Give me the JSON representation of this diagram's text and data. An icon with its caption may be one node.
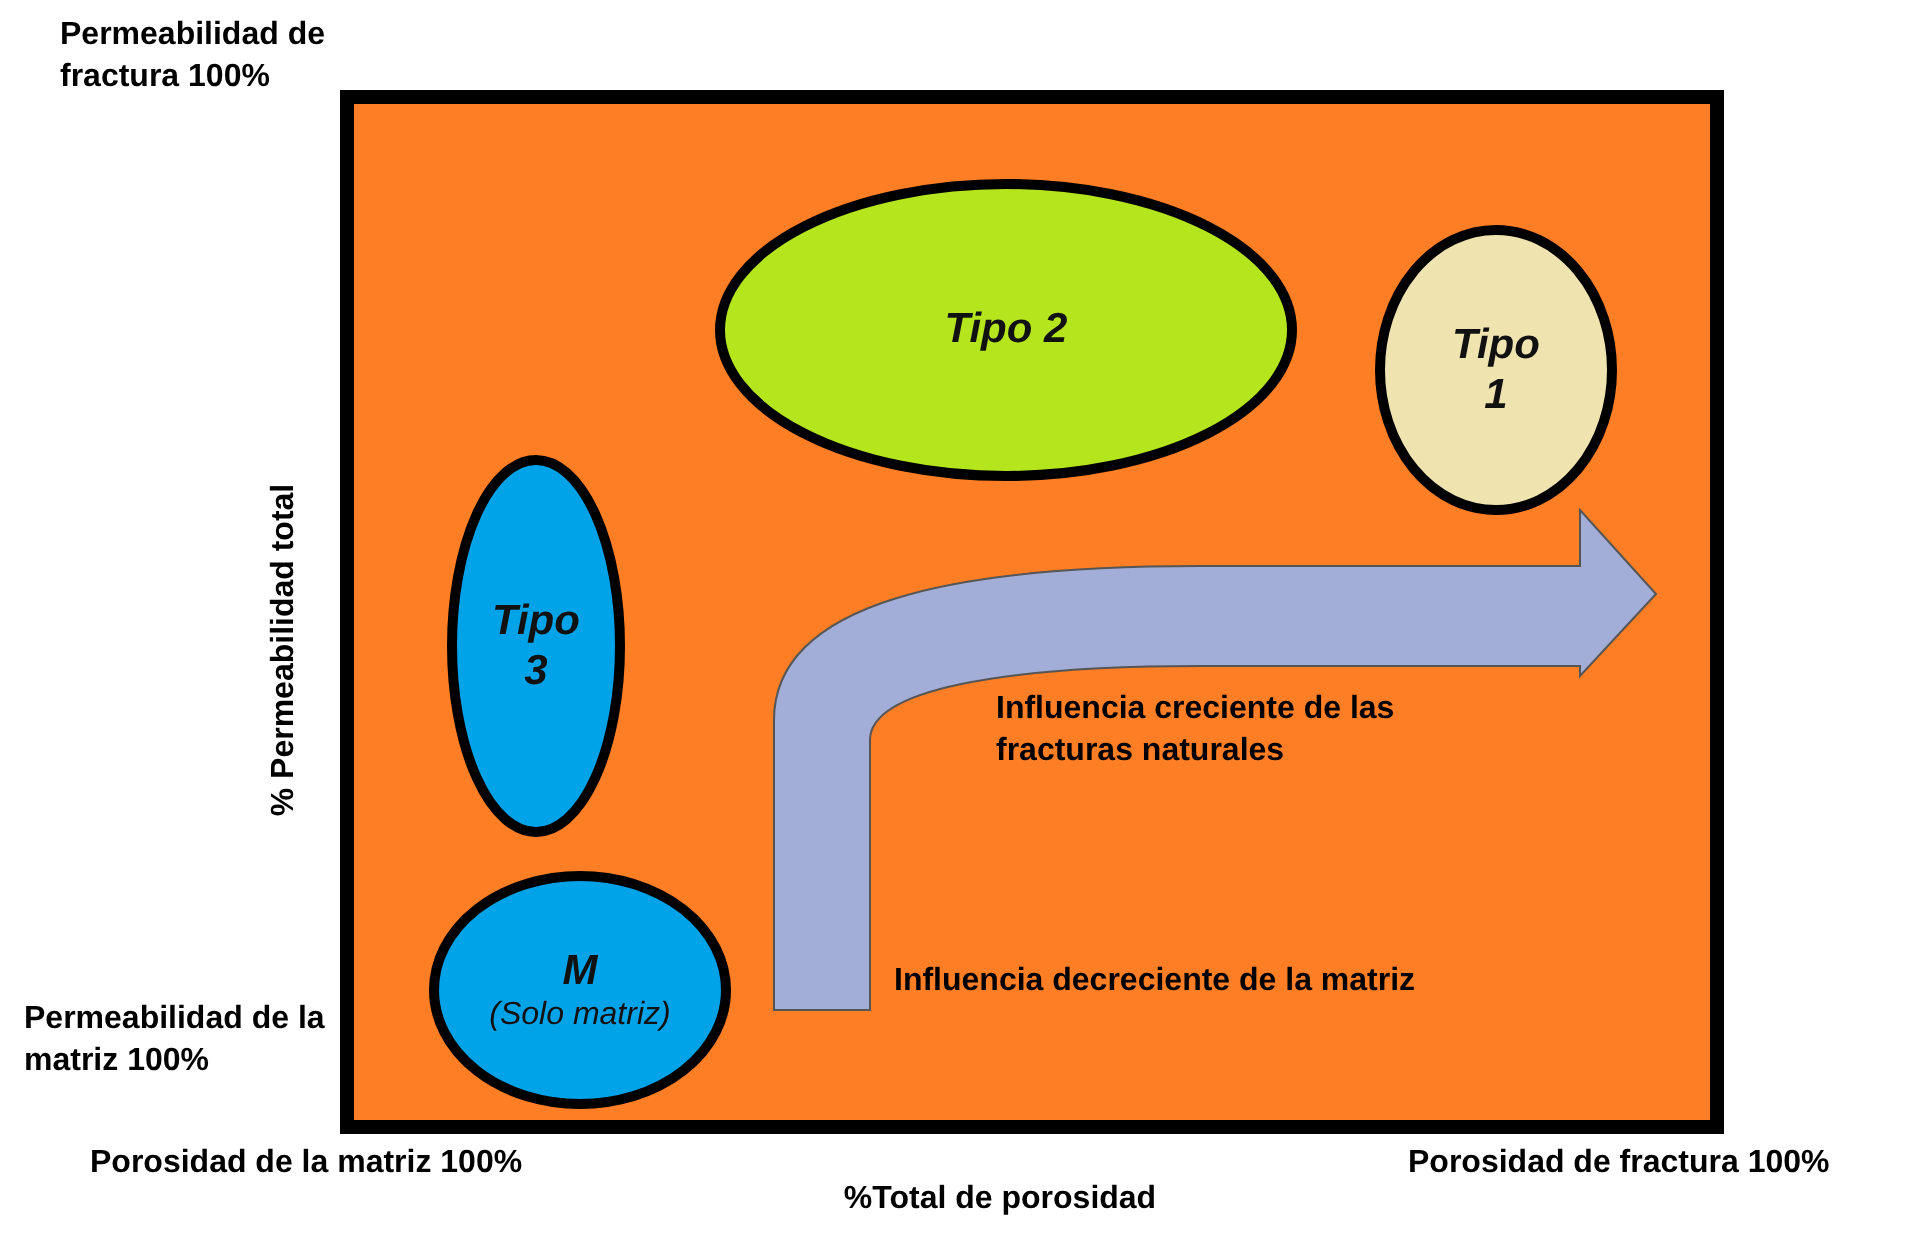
{
  "diagram": {
    "nodes": [
      {
        "text": [],
        "shape": "box"
      },
      {
        "text": [
          "Tipo 2"
        ],
        "in": 0
      },
      {
        "text": [
          "Tipo 1"
        ],
        "in": 0
      },
      {
        "text": [
          "Tipo 3"
        ],
        "in": 0
      },
      {
        "text": [
          "M",
          "(Solo matriz)"
        ],
        "in": 0
      }
    ],
    "labels": [
      "Permeabilidad de fractura 100%",
      "% Permeabilidad total",
      "Influencia creciente de las fracturas naturales",
      "Influencia decreciente de la matriz",
      "Permeabilidad de la matriz 100%",
      "Porosidad de la matriz 100%",
      "Porosidad de fractura 100%",
      "%Total de porosidad"
    ]
  }
}
